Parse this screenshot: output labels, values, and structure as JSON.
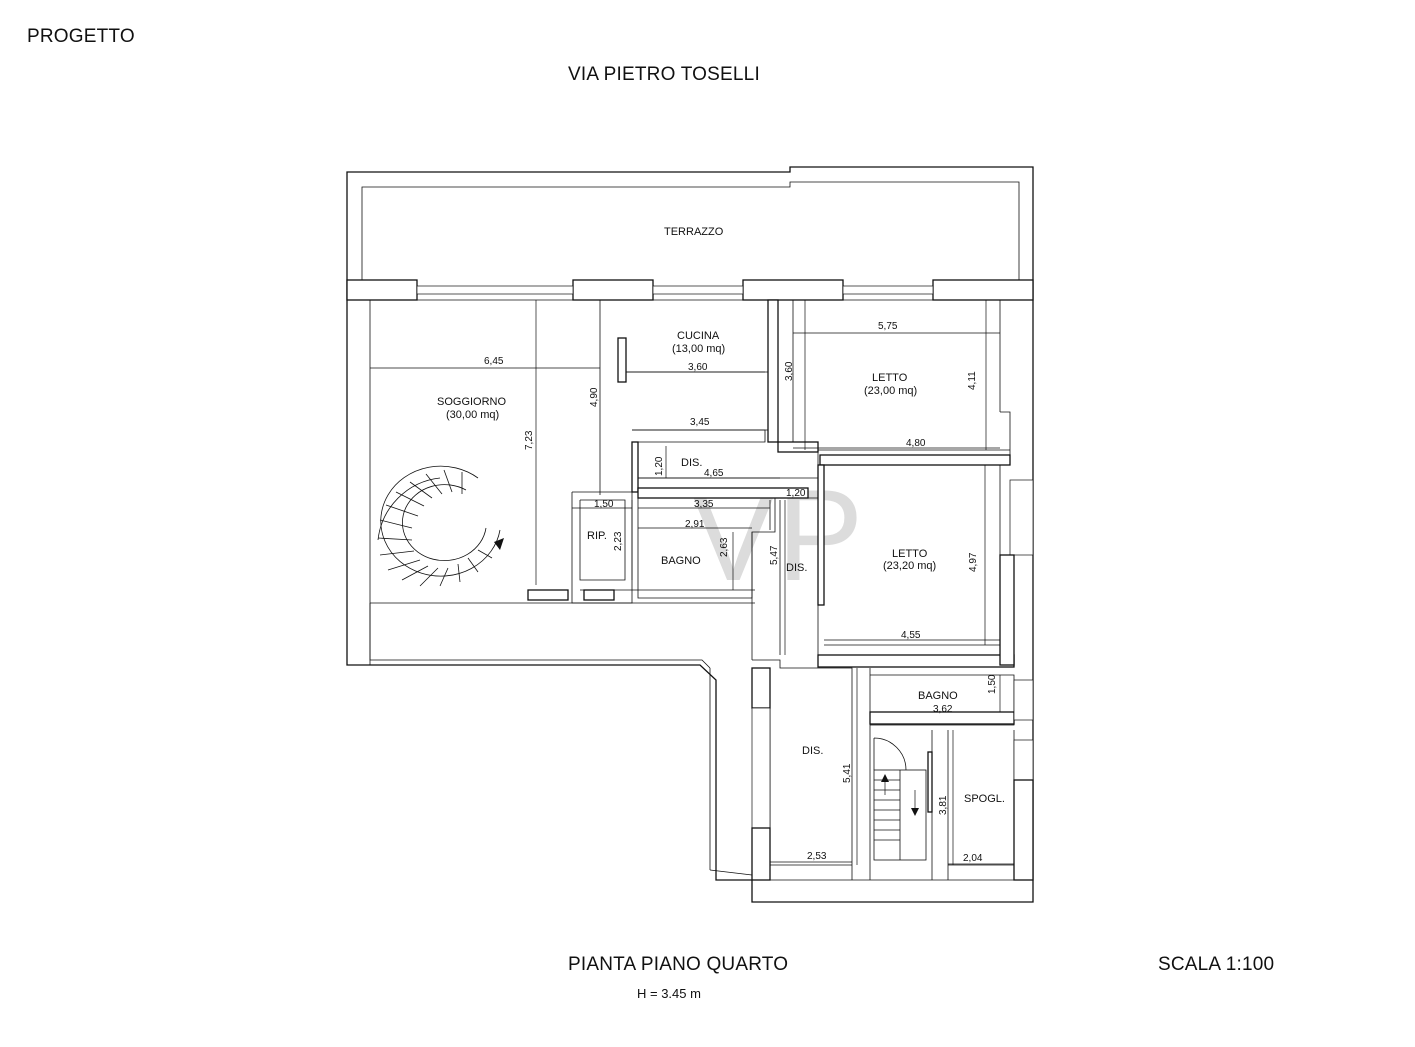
{
  "header": {
    "project_label": "PROGETTO",
    "street": "VIA PIETRO TOSELLI"
  },
  "footer": {
    "plan_title": "PIANTA PIANO QUARTO",
    "height": "H = 3.45 m",
    "scale": "SCALA 1:100"
  },
  "watermark": "VP",
  "rooms": {
    "terrazzo": "TERRAZZO",
    "soggiorno": {
      "name": "SOGGIORNO",
      "area": "(30,00 mq)"
    },
    "cucina": {
      "name": "CUCINA",
      "area": "(13,00 mq)"
    },
    "letto_1": {
      "name": "LETTO",
      "area": "(23,00 mq)"
    },
    "letto_2": {
      "name": "LETTO",
      "area": "(23,20 mq)"
    },
    "dis_1": "DIS.",
    "dis_2": "DIS.",
    "dis_3": "DIS.",
    "rip": "RIP.",
    "bagno_1": "BAGNO",
    "bagno_2": "BAGNO",
    "spogl": "SPOGL."
  },
  "dimensions": {
    "soggiorno_w": "6,45",
    "soggiorno_h": "7,23",
    "cucina_h": "4,90",
    "cucina_w1": "3,60",
    "cucina_w2": "3,45",
    "letto1_w": "5,75",
    "letto1_h1": "3,60",
    "letto1_h2": "4,11",
    "letto1_w2": "4,80",
    "dis1_h": "1,20",
    "dis1_w": "4,65",
    "corridor_w": "1,20",
    "rip_w": "1,50",
    "bagno1_w1": "3,35",
    "bagno1_w2": "2,91",
    "rip_h": "2,23",
    "bagno1_h": "2,63",
    "dis2_h": "5,47",
    "letto2_h": "4,97",
    "letto2_w": "4,55",
    "bagno2_h": "1,50",
    "bagno2_w": "3,62",
    "dis3_h": "5,41",
    "dis3_w": "2,53",
    "stair_h": "3,81",
    "spogl_w": "2,04"
  }
}
